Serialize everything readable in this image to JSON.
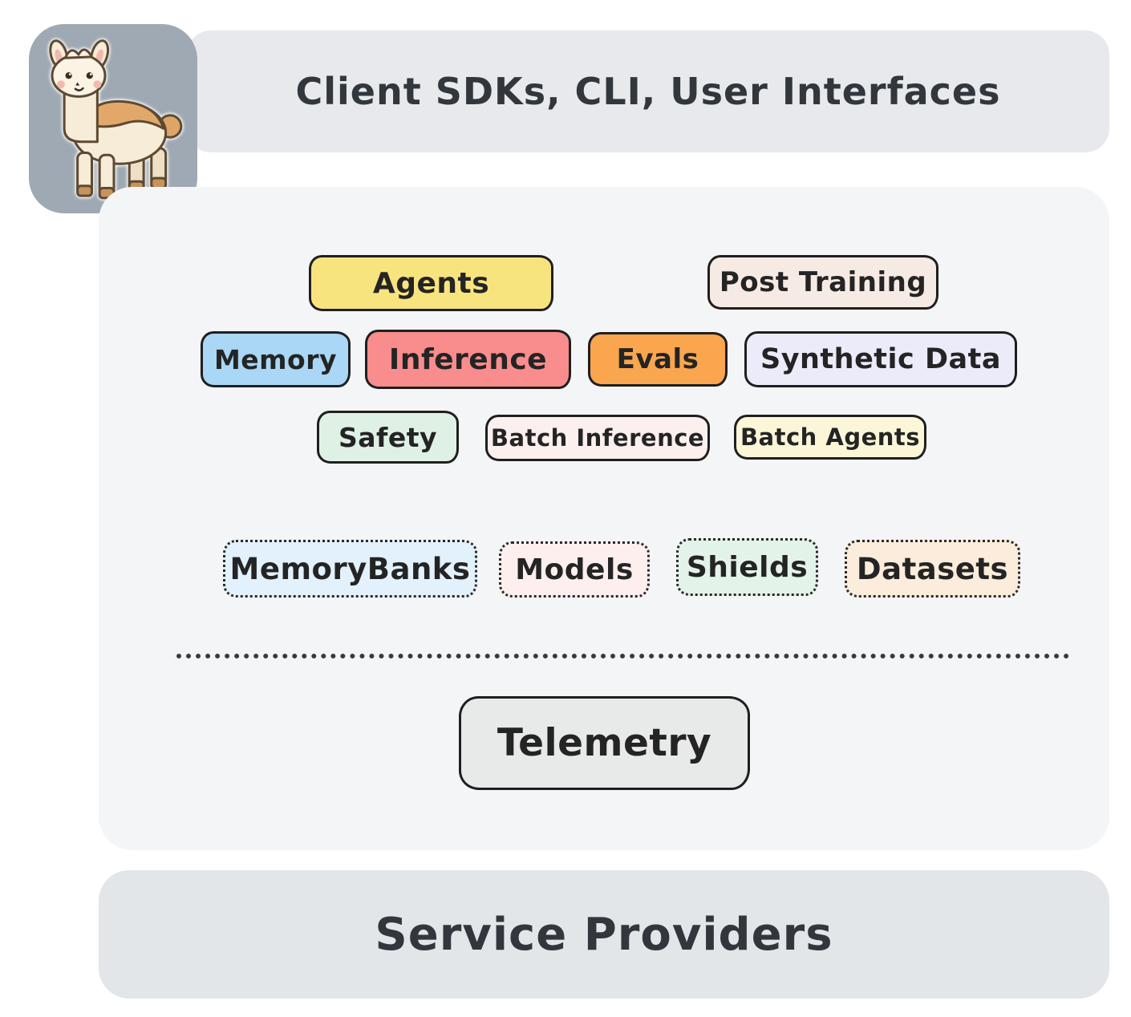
{
  "client_layer": {
    "label": "Client SDKs, CLI, User Interfaces",
    "bg": "#E7E9EC"
  },
  "service_layer": {
    "label": "Service Providers",
    "bg": "#E3E6E9"
  },
  "logo": {
    "icon": "llama-mascot",
    "bg": "#9FA9B3"
  },
  "stack": {
    "bg": "#F4F5F7",
    "apis": [
      {
        "id": "agents",
        "label": "Agents",
        "bg": "#F8E47F"
      },
      {
        "id": "post-training",
        "label": "Post Training",
        "bg": "#F6EAE4"
      },
      {
        "id": "memory",
        "label": "Memory",
        "bg": "#A9D7F5"
      },
      {
        "id": "inference",
        "label": "Inference",
        "bg": "#F98C8C"
      },
      {
        "id": "evals",
        "label": "Evals",
        "bg": "#F9A64F"
      },
      {
        "id": "synthetic-data",
        "label": "Synthetic Data",
        "bg": "#ECEBFA"
      },
      {
        "id": "safety",
        "label": "Safety",
        "bg": "#DFF1E5"
      },
      {
        "id": "batch-inference",
        "label": "Batch Inference",
        "bg": "#FCF0EE"
      },
      {
        "id": "batch-agents",
        "label": "Batch Agents",
        "bg": "#FCF6D9"
      }
    ],
    "resources": [
      {
        "id": "memory-banks",
        "label": "MemoryBanks",
        "bg": "#E2F1FB"
      },
      {
        "id": "models",
        "label": "Models",
        "bg": "#FDEFED"
      },
      {
        "id": "shields",
        "label": "Shields",
        "bg": "#E3F3E9"
      },
      {
        "id": "datasets",
        "label": "Datasets",
        "bg": "#FBECDB"
      }
    ],
    "telemetry": {
      "label": "Telemetry",
      "bg": "#E8EAEA"
    }
  },
  "colors": {
    "border": "#1F1F1F",
    "text": "#262626"
  }
}
